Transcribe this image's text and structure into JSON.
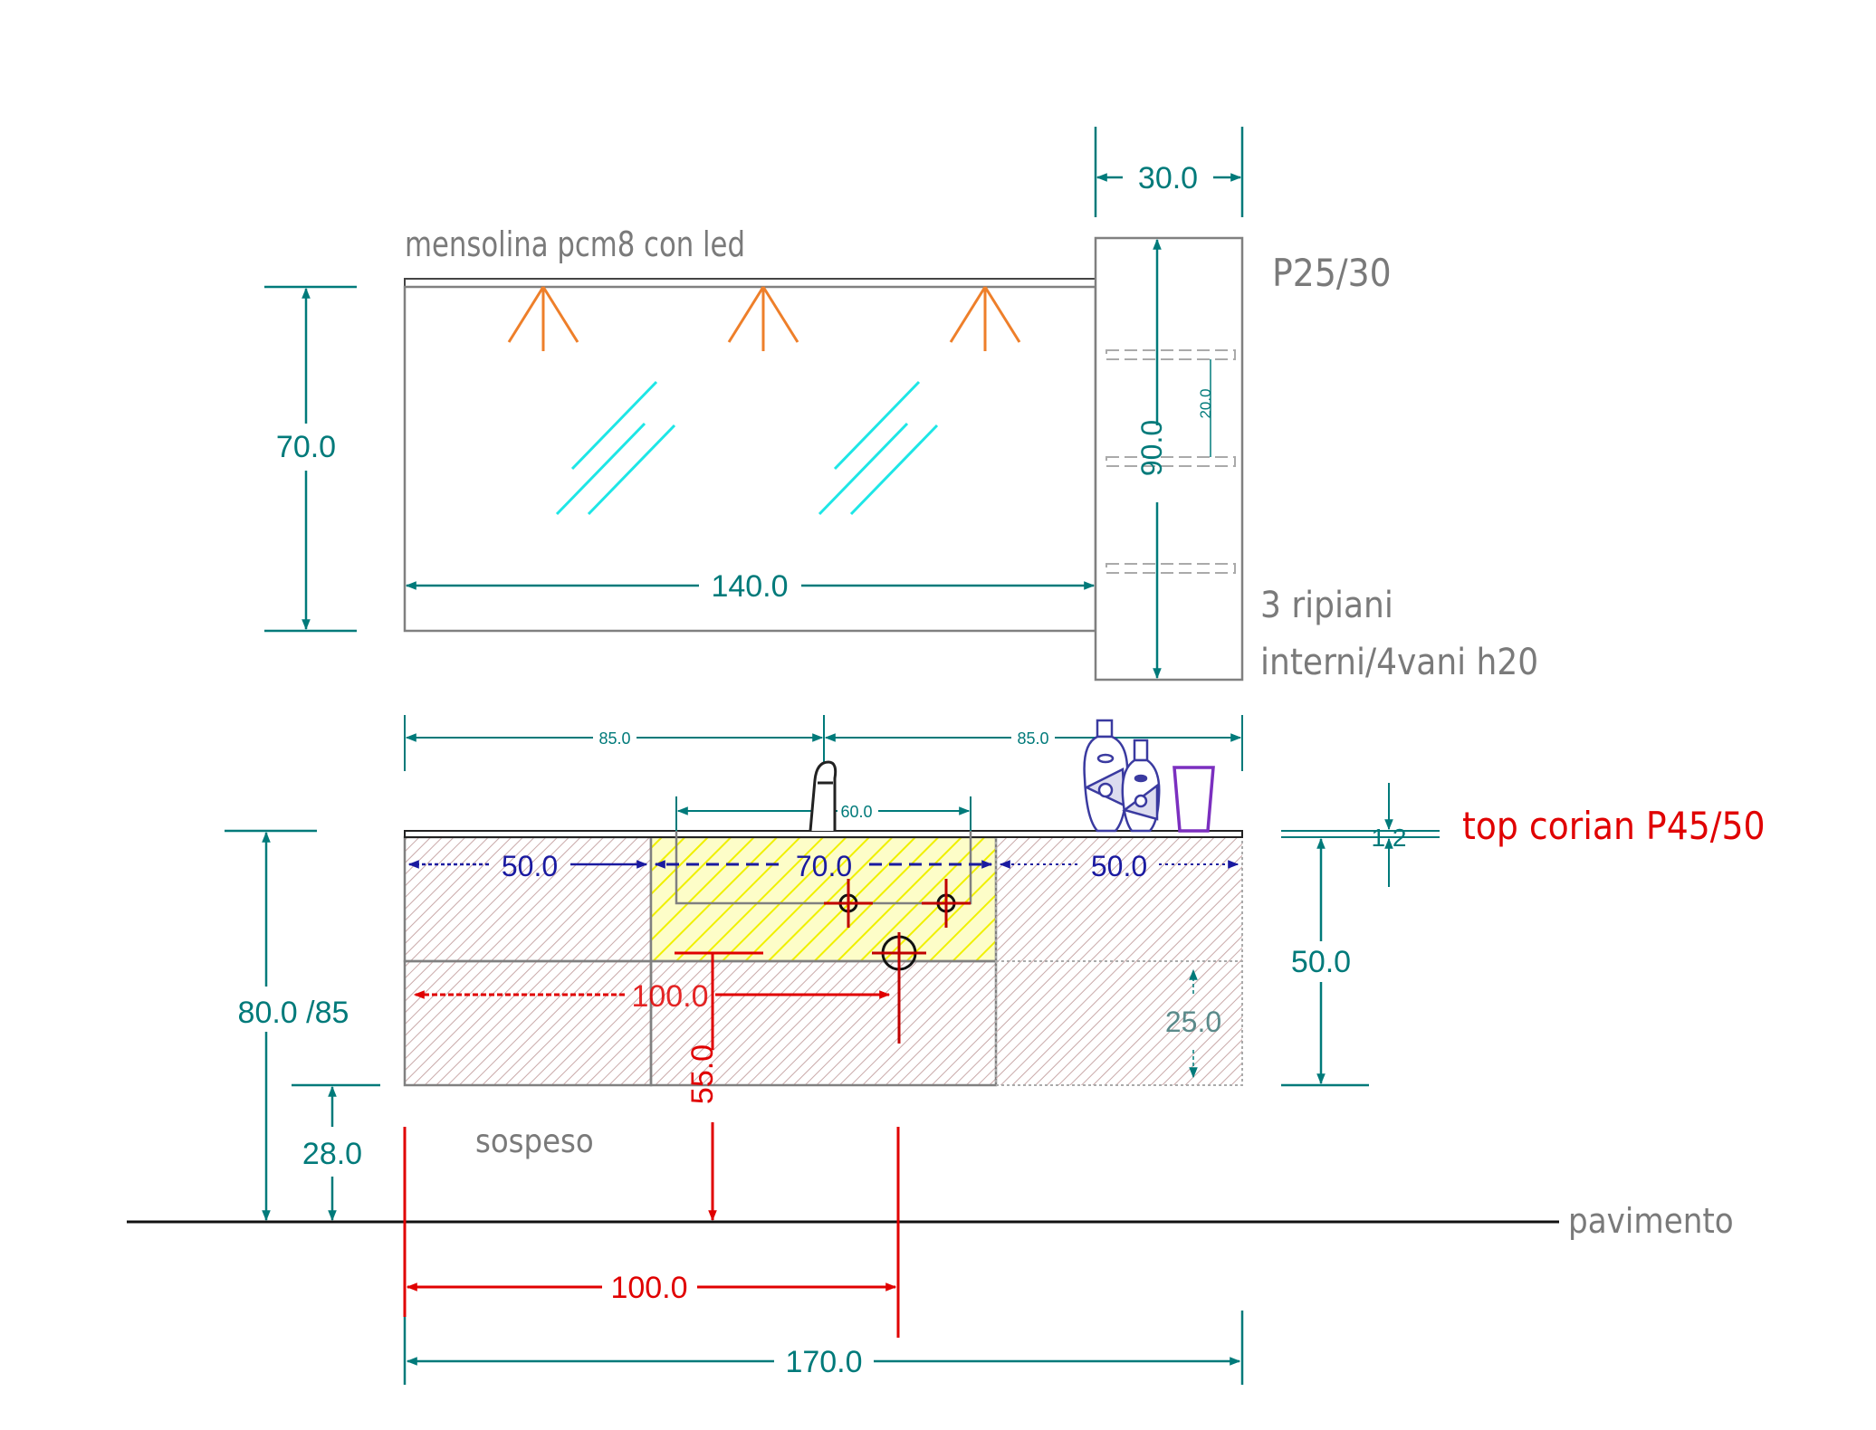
{
  "notes": {
    "shelf_led": "mensolina pcm8 con led",
    "column_model": "P25/30",
    "shelves_line1": "3 ripiani",
    "shelves_line2": "interni/4vani h20",
    "suspended": "sospeso",
    "floor": "pavimento",
    "top": "top corian P45/50"
  },
  "dimensions": {
    "column_width": "30.0",
    "mirror_height": "70.0",
    "mirror_width": "140.0",
    "column_height": "90.0",
    "shelf_spacing": "20.0",
    "half_left": "85.0",
    "half_right": "85.0",
    "basin_width": "60.0",
    "top_thickness": "1.2",
    "cabinet_height": "50.0",
    "total_height": "80.0 /85",
    "floor_clearance": "28.0",
    "drawer_left": "50.0",
    "drawer_center": "70.0",
    "drawer_right": "50.0",
    "drain_offset": "100.0",
    "drain_height": "55.0",
    "drawer_half": "25.0",
    "drain_floor": "100.0",
    "total_width": "170.0"
  },
  "colors": {
    "dimension": "#007a7a",
    "outline": "#808080",
    "led": "#ee7f2a",
    "glass": "#1ee6e6",
    "plumbing": "#e00000",
    "basin_hatch": "#f0f000",
    "drawer_hatch": "#c9a9a9",
    "drawer_dim": "#1a1aa0",
    "glass_cup": "#7b2fbf"
  }
}
